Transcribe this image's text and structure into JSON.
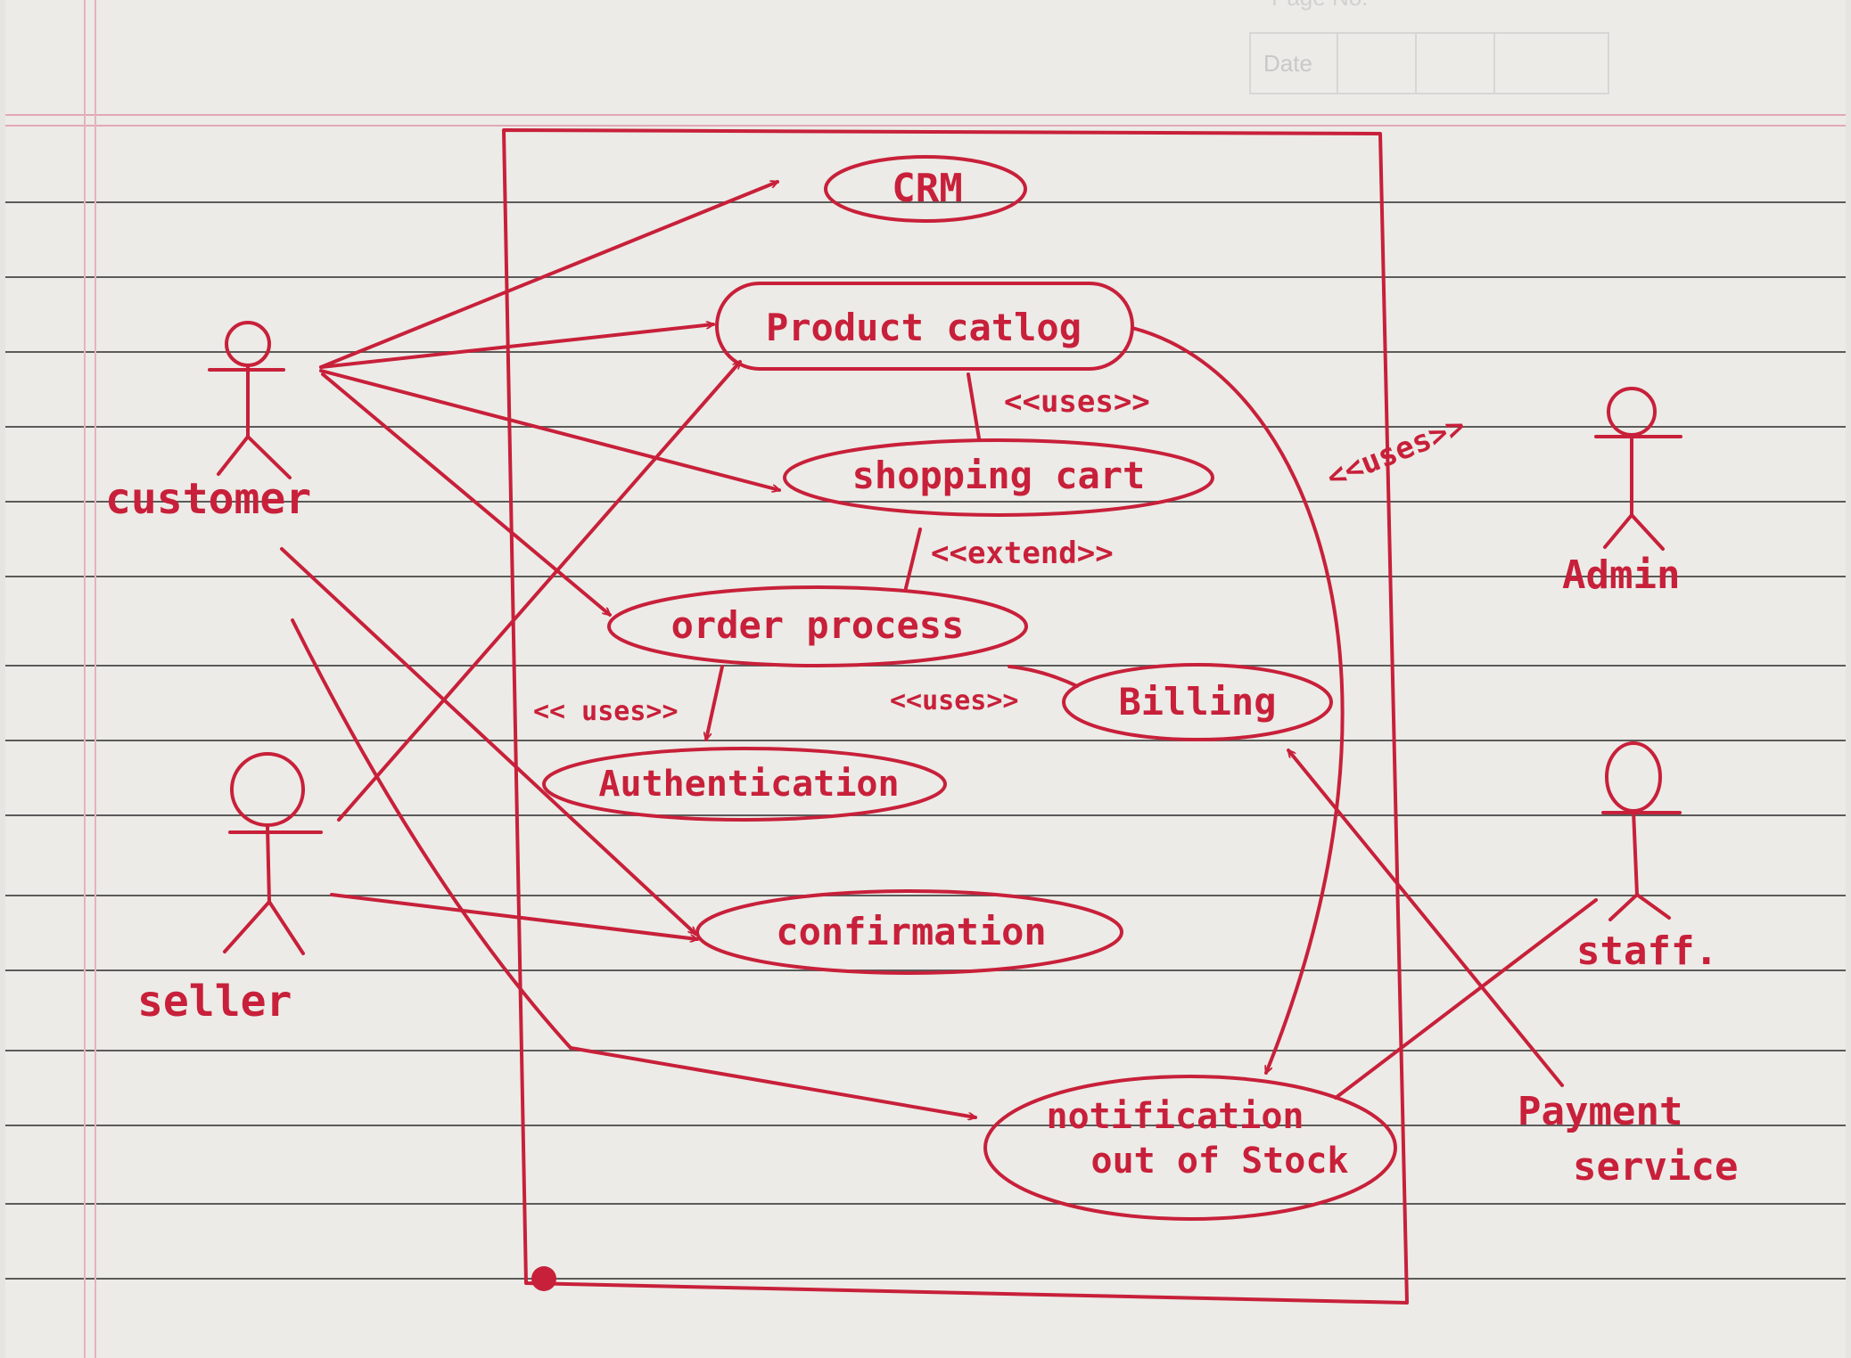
{
  "paper": {
    "date_label": "Date",
    "page_label": "Page No."
  },
  "colors": {
    "ink": "#c8203a",
    "paper": "#ecebe7",
    "rule": "#3a3a3a",
    "margin": "#e3a9b4"
  },
  "actors": {
    "customer": "customer",
    "seller": "seller",
    "admin": "Admin",
    "staff": "staff.",
    "payment_line1": "Payment",
    "payment_line2": "service"
  },
  "use_cases": {
    "crm": "CRM",
    "product_catalog": "Product catlog",
    "shopping_cart": "shopping cart",
    "order_process": "order process",
    "billing": "Billing",
    "authentication": "Authentication",
    "confirmation": "confirmation",
    "notification_line1": "notification",
    "notification_line2": "out of Stock"
  },
  "stereotypes": {
    "uses_catalog_cart": "<<uses>>",
    "extend_cart_order": "<<extend>>",
    "uses_catalog_notification": "<<uses>>",
    "uses_order_auth": "<< uses>>",
    "uses_order_billing": "<<uses>>"
  }
}
